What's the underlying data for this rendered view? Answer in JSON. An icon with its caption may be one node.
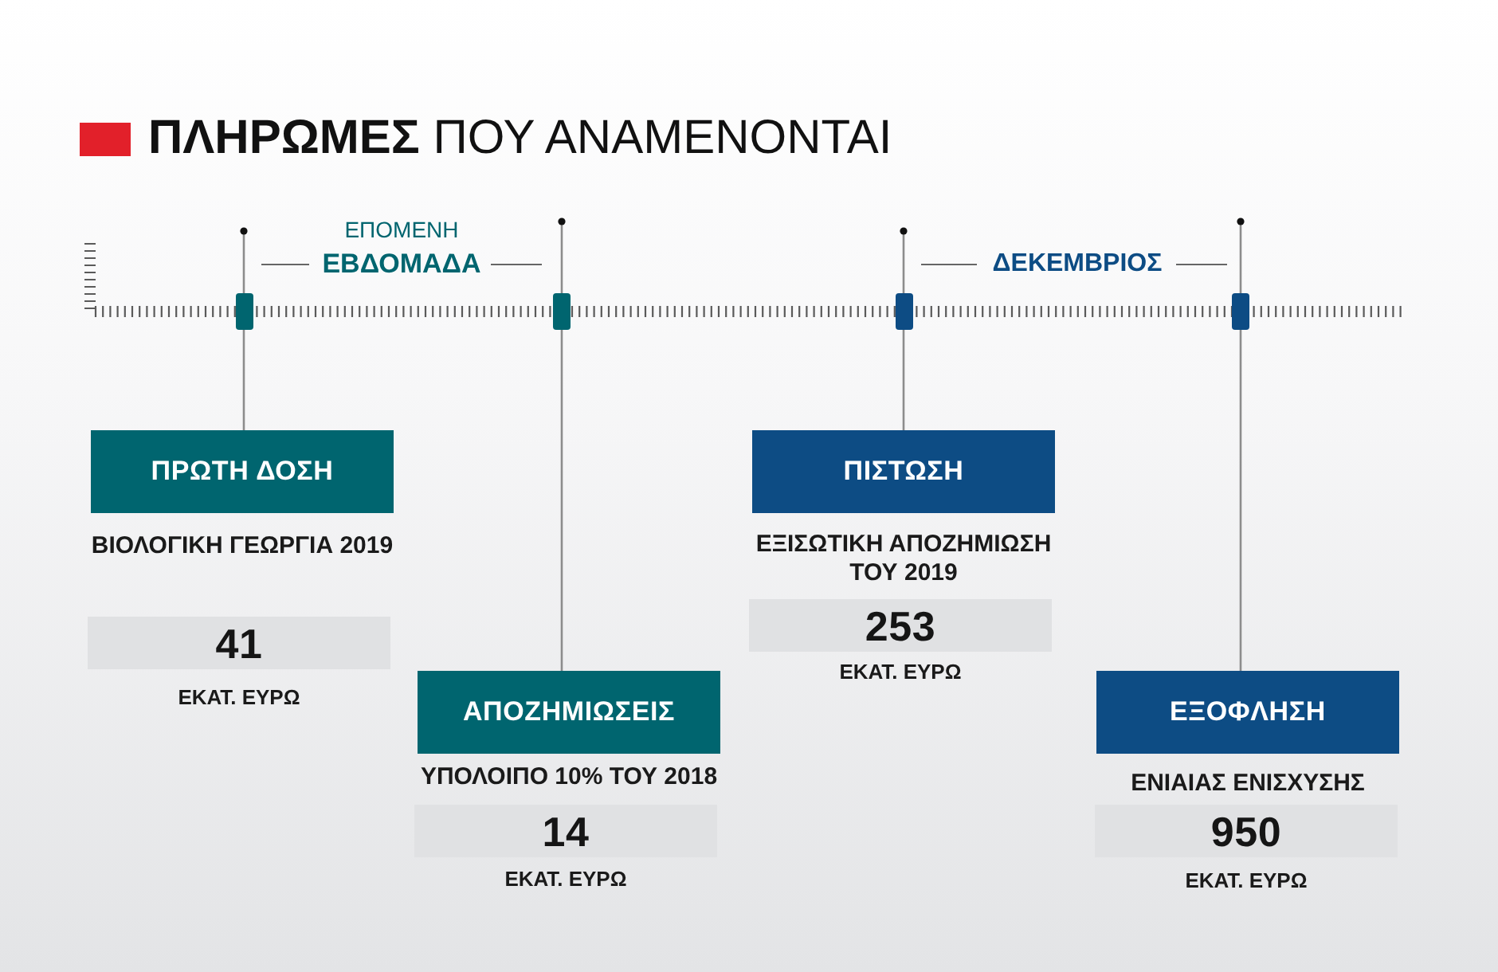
{
  "diagram": {
    "title": "**ΠΛΗΡΩΜΕΣ** ΠΟΥ ΑΝΑΜΕΝΟΝΤΑΙ",
    "nodes": [
      {
        "text": [],
        "shape": "box"
      },
      {
        "text": [],
        "shape": "box"
      },
      {
        "text": [],
        "shape": "box"
      },
      {
        "text": [],
        "shape": "box"
      },
      {
        "text": [
          "ΠΡΩΤΗ ΔΟΣΗ"
        ],
        "beside": [
          "ΒΙΟΛΟΓΙΚΗ ΓΕΩΡΓΙΑ 2019"
        ]
      },
      {
        "text": [
          "41"
        ],
        "beside": [
          "ΕΚΑΤ. ΕΥΡΩ"
        ]
      },
      {
        "text": [
          "ΑΠΟΖΗΜΙΩΣΕΙΣ"
        ],
        "beside": [
          "ΥΠΟΛΟΙΠΟ 10% ΤΟΥ 2018"
        ]
      },
      {
        "text": [
          "14"
        ],
        "beside": [
          "ΕΚΑΤ. ΕΥΡΩ"
        ]
      },
      {
        "text": [
          "ΠΙΣΤΩΣΗ"
        ],
        "beside": [
          "ΕΞΙΣΩΤΙΚΗ ΑΠΟΖΗΜΙΩΣΗ ΤΟΥ 2019"
        ]
      },
      {
        "text": [
          "253"
        ],
        "beside": [
          "ΕΚΑΤ. ΕΥΡΩ"
        ]
      },
      {
        "text": [
          "ΕΞΟΦΛΗΣΗ"
        ],
        "beside": [
          "ΕΝΙΑΙΑΣ ΕΝΙΣΧΥΣΗΣ"
        ]
      },
      {
        "text": [
          "950"
        ],
        "beside": [
          "ΕΚΑΤ. ΕΥΡΩ"
        ]
      }
    ],
    "edges": [
      {
        "from": null,
        "to": 0,
        "arrow": "other"
      },
      {
        "from": 0,
        "to": 4,
        "arrow": "none"
      },
      {
        "from": null,
        "to": 1,
        "arrow": "other"
      },
      {
        "from": 1,
        "to": 6,
        "arrow": "none"
      },
      {
        "from": null,
        "to": 2,
        "arrow": "other"
      },
      {
        "from": 2,
        "to": 8,
        "arrow": "none"
      },
      {
        "from": null,
        "to": 3,
        "arrow": "other"
      },
      {
        "from": 3,
        "to": 10,
        "arrow": "none"
      }
    ],
    "labels": [
      "ΕΠΟΜΕΝΗ",
      "ΕΒΔΟΜΑΔΑ",
      "ΔΕΚΕΜΒΡΙΟΣ"
    ]
  }
}
